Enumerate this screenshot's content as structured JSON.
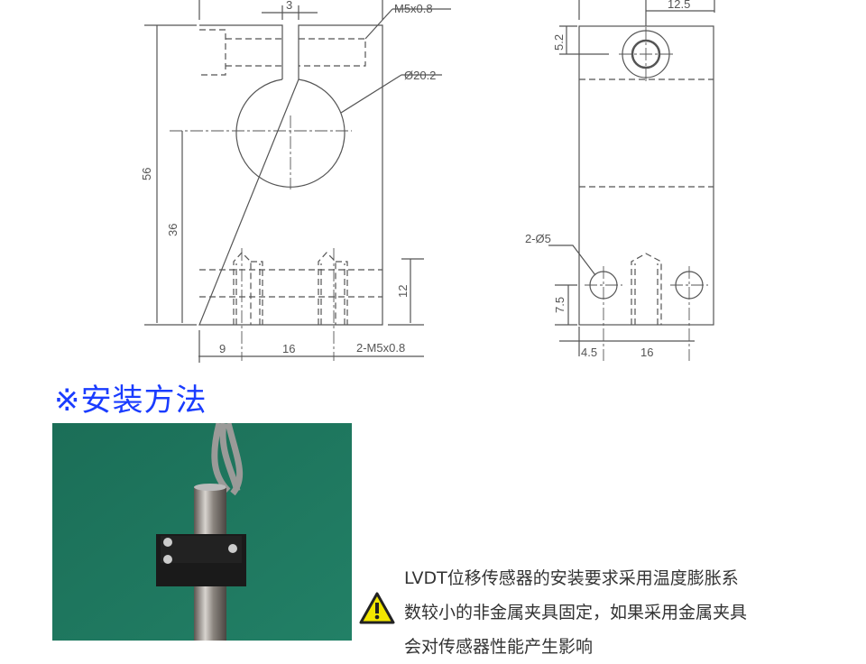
{
  "drawing_front": {
    "dim_width_slot": "3",
    "thread_top": "M5x0.8",
    "bore_diameter": "Ø20.2",
    "dim_height": "56",
    "dim_center_height": "36",
    "dim_hole_depth": "12",
    "dim_left": "9",
    "dim_spacing": "16",
    "thread_bottom": "2-M5x0.8"
  },
  "drawing_side": {
    "dim_top": "12.5",
    "dim_hole_offset": "5.2",
    "holes_label": "2-Ø5",
    "dim_hole_height": "7.5",
    "dim_left": "4.5",
    "dim_spacing": "16"
  },
  "section": {
    "heading": "※安装方法"
  },
  "note": {
    "lines": [
      "LVDT位移传感器的安装要求采用温度膨胀系",
      "数较小的非金属夹具固定，如果采用金属夹具",
      "会对传感器性能产生影响"
    ]
  },
  "colors": {
    "heading": "#1a3cff",
    "photo_bg": "#1f7a5e",
    "warning": "#f2e600"
  }
}
